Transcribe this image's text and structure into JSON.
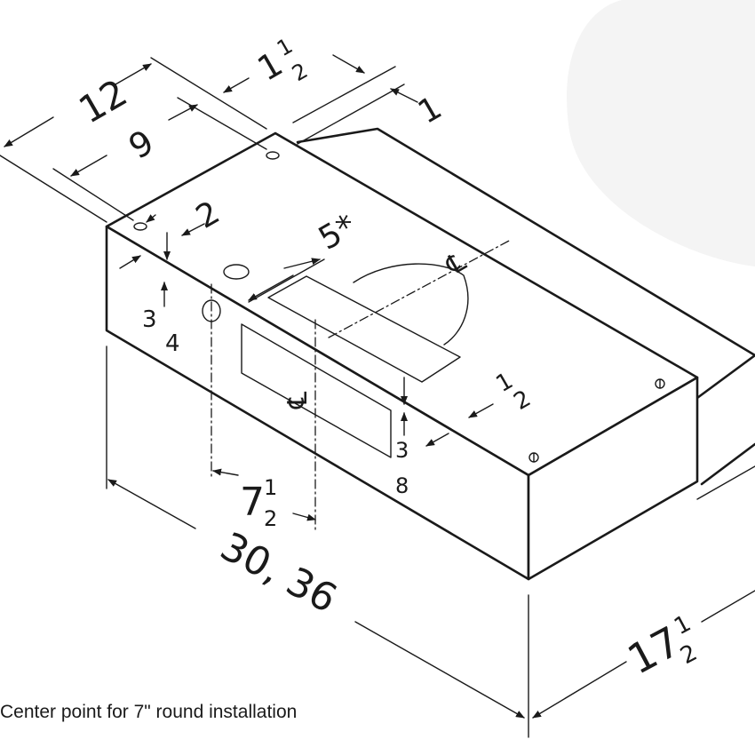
{
  "dimensions": {
    "length_main": "12",
    "length_inner": "9",
    "left_offset": "2",
    "duct_offset": "5*",
    "top_whole": "1",
    "top_num": "1",
    "top_den": "2",
    "right_small": "1",
    "front_whole": "7",
    "front_num": "1",
    "front_den": "2",
    "width": "30, 36",
    "depth_whole": "17",
    "depth_num": "1",
    "depth_den": "2",
    "side_num": "3",
    "side_den": "4",
    "side2_num": "3",
    "side2_den": "8",
    "right_num": "1",
    "right_den": "2"
  },
  "centerline_symbol": "℄",
  "footnote": "Center point for 7\" round installation"
}
